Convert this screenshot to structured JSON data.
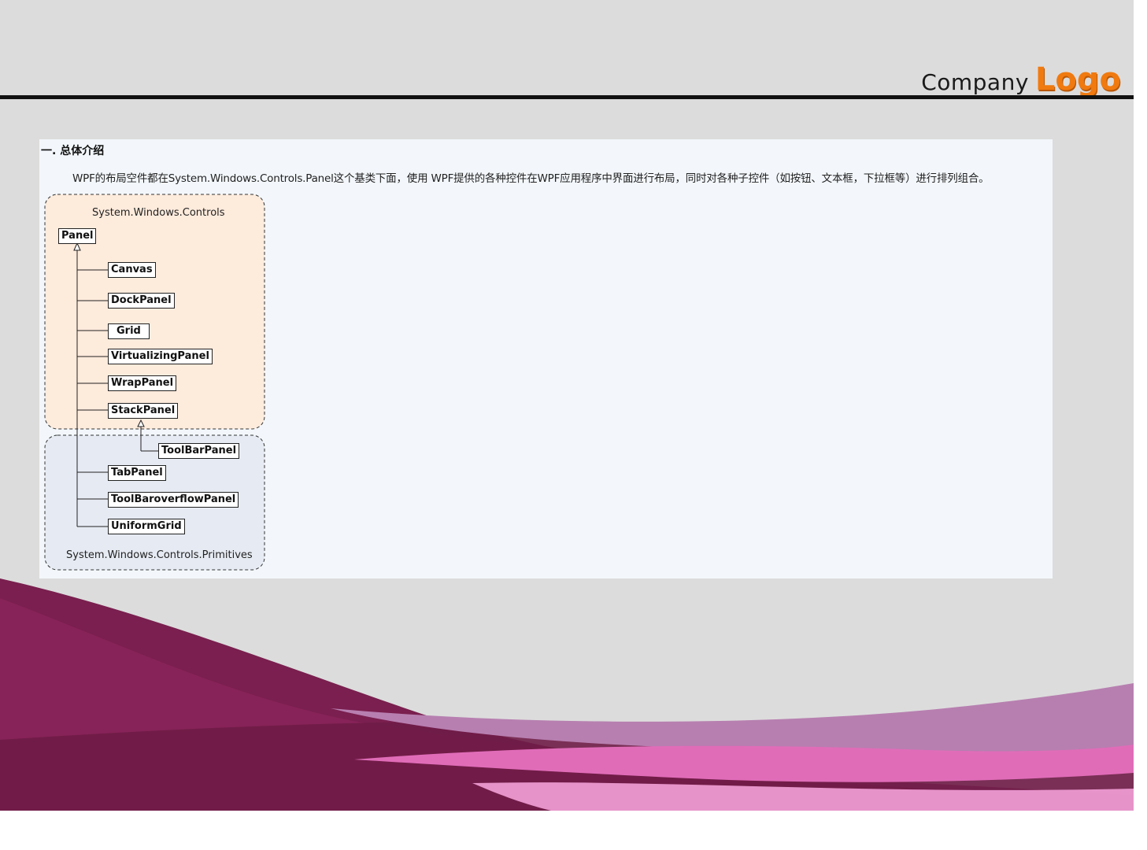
{
  "header": {
    "logo_company": "Company",
    "logo_logo": "Logo"
  },
  "content": {
    "section_title": "一. 总体介绍",
    "intro_text": "WPF的布局空件都在System.Windows.Controls.Panel这个基类下面，使用 WPF提供的各种控件在WPF应用程序中界面进行布局，同时对各种子控件（如按钮、文本框，下拉框等）进行排列组合。"
  },
  "diagram": {
    "namespace_top": "System.Windows.Controls",
    "namespace_bottom": "System.Windows.Controls.Primitives",
    "root": "Panel",
    "children": [
      "Canvas",
      "DockPanel",
      "Grid",
      "VirtualizingPanel",
      "WrapPanel",
      "StackPanel"
    ],
    "toolbar_panel": "ToolBarPanel",
    "primitives": [
      "TabPanel",
      "ToolBaroverflowPanel",
      "UniformGrid"
    ]
  },
  "colors": {
    "background": "#dcdcdc",
    "content_bg": "#f3f7fb",
    "logo_orange": "#f07a10",
    "controls_region": "#fdebdc",
    "primitives_region": "#e6ebf3",
    "wave_dark": "#7a1f4f",
    "wave_mid": "#b77fb0",
    "wave_pink": "#e06cb8"
  }
}
